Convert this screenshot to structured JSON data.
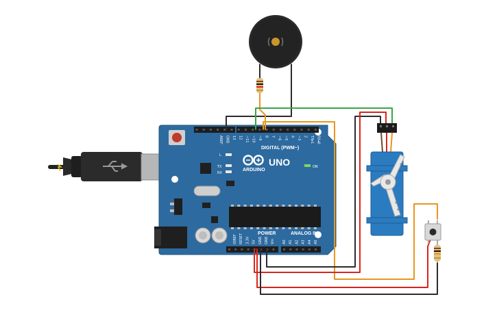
{
  "board": {
    "name": "UNO",
    "brand": "ARDUINO",
    "on_label": "ON",
    "led_l": "L",
    "led_tx": "TX",
    "led_rx": "RX",
    "digital_label": "DIGITAL (PWM~)",
    "power_label": "POWER",
    "analog_label": "ANALOG IN",
    "top_pins": [
      "AREF",
      "GND",
      "13",
      "12",
      "~11",
      "~10",
      "~9",
      "8",
      "7",
      "~6",
      "~5",
      "4",
      "~3",
      "2",
      "TX▸1",
      "RX◂0"
    ],
    "power_pins": [
      "IOREF",
      "RESET",
      "3.3V",
      "5V",
      "GND",
      "GND",
      "Vin"
    ],
    "analog_pins": [
      "A0",
      "A1",
      "A2",
      "A3",
      "A4",
      "A5"
    ]
  },
  "colors": {
    "board": "#2d6a9f",
    "wire_black": "#2b2b2b",
    "wire_red": "#d9241b",
    "wire_green": "#3aa447",
    "wire_orange": "#e8961e",
    "servo": "#2b7bc0",
    "buzzer": "#2a2a2a"
  },
  "components": {
    "buzzer": "piezo-buzzer",
    "servo": "micro-servo",
    "button": "pushbutton",
    "resistors": [
      "buzzer-resistor",
      "button-resistor"
    ],
    "usb": "usb-cable"
  }
}
